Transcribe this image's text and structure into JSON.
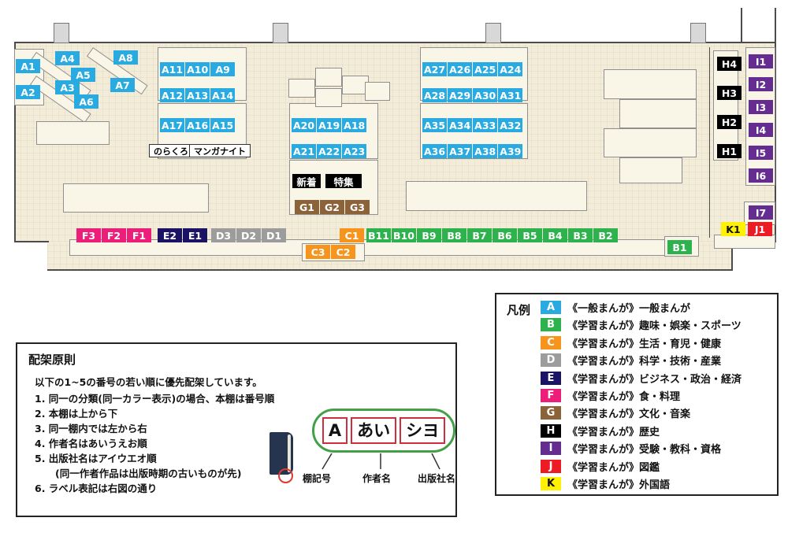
{
  "colors": {
    "A": "#29abe2",
    "B": "#2eb24d",
    "C": "#f7941e",
    "D": "#9c9c9d",
    "E": "#1b1464",
    "F": "#ed1e79",
    "G": "#8c6239",
    "H": "#000000",
    "I": "#662d91",
    "J": "#ed1c24",
    "K": "#fff100",
    "tag": "#000000"
  },
  "map": {
    "singles": {
      "A1": "A1",
      "A2": "A2",
      "A3": "A3",
      "A4": "A4",
      "A5": "A5",
      "A6": "A6",
      "A7": "A7",
      "A8": "A8",
      "C1": "C1",
      "B1": "B1",
      "I7": "I7",
      "K1": "K1",
      "J1": "J1"
    },
    "rows": {
      "a11": [
        "A11",
        "A10",
        "A9"
      ],
      "a12": [
        "A12",
        "A13",
        "A14"
      ],
      "a17": [
        "A17",
        "A16",
        "A15"
      ],
      "a20": [
        "A20",
        "A19",
        "A18"
      ],
      "a21": [
        "A21",
        "A22",
        "A23"
      ],
      "a27": [
        "A27",
        "A26",
        "A25",
        "A24"
      ],
      "a28": [
        "A28",
        "A29",
        "A30",
        "A31"
      ],
      "a35": [
        "A35",
        "A34",
        "A33",
        "A32"
      ],
      "a36": [
        "A36",
        "A37",
        "A38",
        "A39"
      ],
      "g": [
        "G1",
        "G2",
        "G3"
      ],
      "f": [
        "F3",
        "F2",
        "F1"
      ],
      "e": [
        "E2",
        "E1"
      ],
      "d": [
        "D3",
        "D2",
        "D1"
      ],
      "b": [
        "B11",
        "B10",
        "B9",
        "B8",
        "B7",
        "B6",
        "B5",
        "B4",
        "B3",
        "B2"
      ],
      "c23": [
        "C3",
        "C2"
      ],
      "h": [
        "H4",
        "H3",
        "H2",
        "H1"
      ],
      "i": [
        "I1",
        "I2",
        "I3",
        "I4",
        "I5",
        "I6"
      ]
    },
    "tags": {
      "new": "新着",
      "feature": "特集"
    },
    "areas": {
      "norakuro": "のらくろ",
      "manganight": "マンガナイト"
    }
  },
  "legend": {
    "title": "凡例",
    "items": [
      {
        "code": "A",
        "category": "《一般まんが》",
        "label": "一般まんが"
      },
      {
        "code": "B",
        "category": "《学習まんが》",
        "label": "趣味・娯楽・スポーツ"
      },
      {
        "code": "C",
        "category": "《学習まんが》",
        "label": "生活・育児・健康"
      },
      {
        "code": "D",
        "category": "《学習まんが》",
        "label": "科学・技術・産業"
      },
      {
        "code": "E",
        "category": "《学習まんが》",
        "label": "ビジネス・政治・経済"
      },
      {
        "code": "F",
        "category": "《学習まんが》",
        "label": "食・料理"
      },
      {
        "code": "G",
        "category": "《学習まんが》",
        "label": "文化・音楽"
      },
      {
        "code": "H",
        "category": "《学習まんが》",
        "label": "歴史"
      },
      {
        "code": "I",
        "category": "《学習まんが》",
        "label": "受験・教科・資格"
      },
      {
        "code": "J",
        "category": "《学習まんが》",
        "label": "図鑑"
      },
      {
        "code": "K",
        "category": "《学習まんが》",
        "label": "外国語"
      }
    ]
  },
  "principles": {
    "title": "配架原則",
    "intro": "以下の1~5の番号の若い順に優先配架しています。",
    "lines": [
      "1. 同一の分類(同一カラー表示)の場合、本棚は番号順",
      "2. 本棚は上から下",
      "3. 同一棚内では左から右",
      "4. 作者名はあいうえお順",
      "5. 出版社名はアイウエオ順",
      "(同一作者作品は出版時期の古いものが先)",
      "6. ラベル表記は右図の通り"
    ],
    "example": {
      "shelf": "A",
      "author": "あい",
      "publisher": "シヨ"
    },
    "annotations": {
      "shelf": "棚記号",
      "author": "作者名",
      "publisher": "出版社名"
    }
  }
}
